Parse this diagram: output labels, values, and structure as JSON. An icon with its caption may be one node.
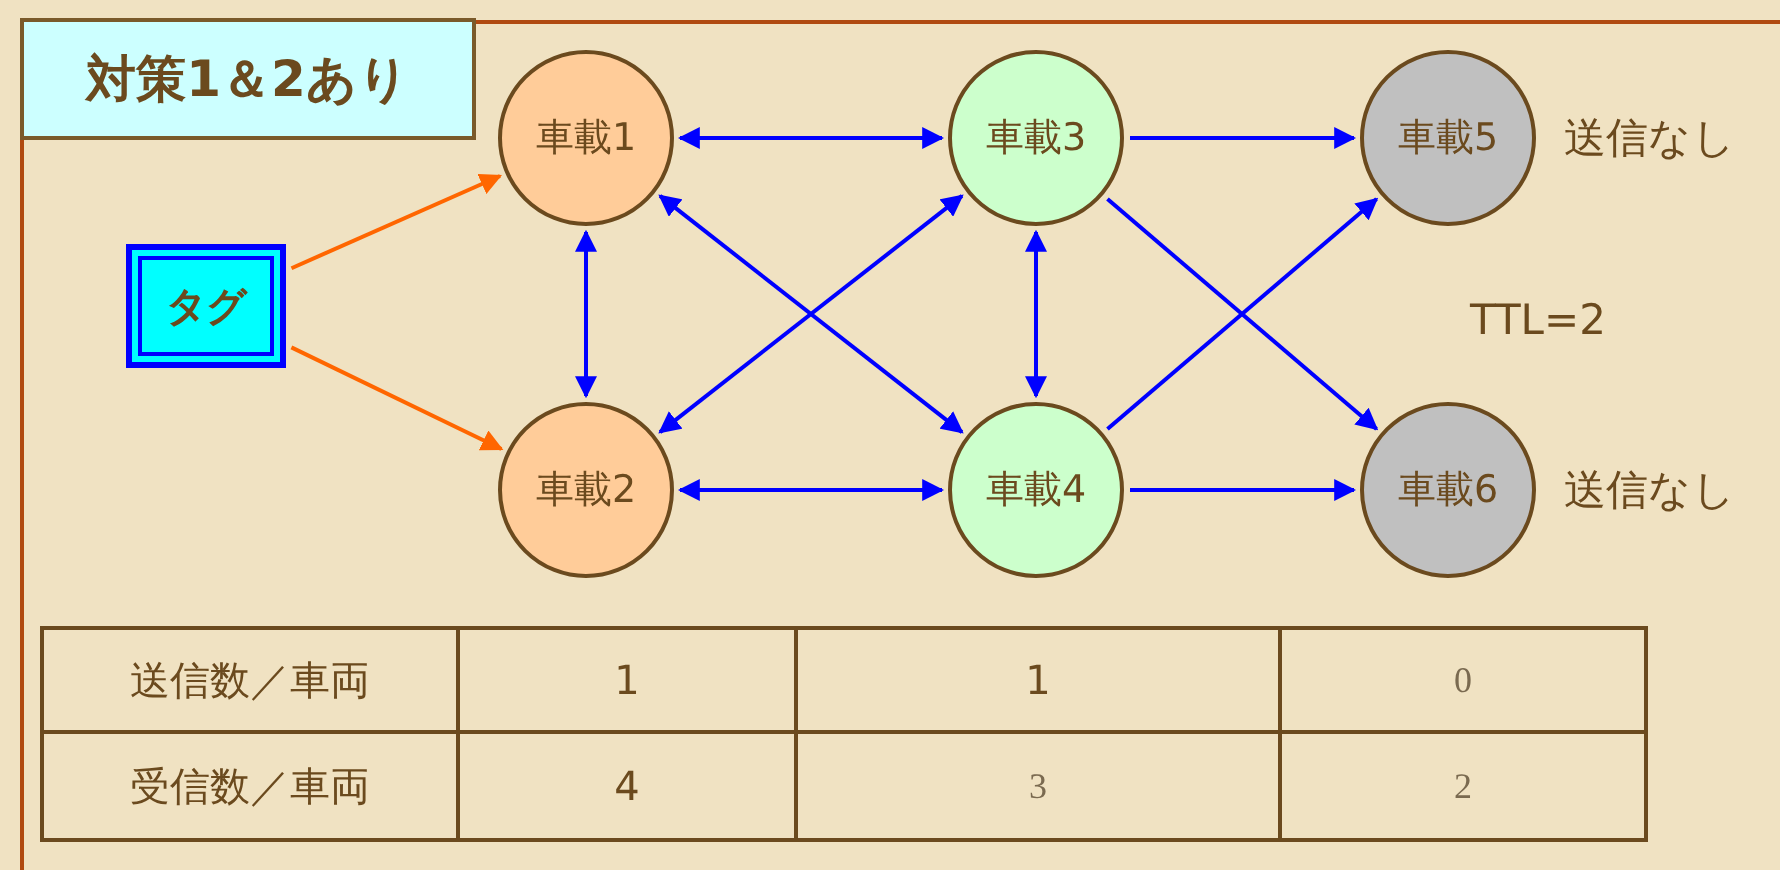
{
  "diagram": {
    "title": "対策1＆2あり",
    "nodes": [
      {
        "text": [
          "タグ"
        ]
      },
      {
        "text": [
          "車載1"
        ]
      },
      {
        "text": [
          "車載2"
        ]
      },
      {
        "text": [
          "車載3"
        ]
      },
      {
        "text": [
          "車載4"
        ]
      },
      {
        "text": [
          "車載5"
        ],
        "beside": [
          "送信なし"
        ]
      },
      {
        "text": [
          "車載6"
        ],
        "beside": [
          "送信なし"
        ]
      }
    ],
    "edges": [
      {
        "from": 0,
        "to": 1,
        "arrow": "to",
        "color": "#ff6600"
      },
      {
        "from": 0,
        "to": 2,
        "arrow": "to",
        "color": "#ff6600"
      },
      {
        "from": 1,
        "to": 3,
        "arrow": "both"
      },
      {
        "from": 1,
        "to": 2,
        "arrow": "both"
      },
      {
        "from": 1,
        "to": 4,
        "arrow": "both"
      },
      {
        "from": 3,
        "to": 2,
        "arrow": "both"
      },
      {
        "from": 3,
        "to": 4,
        "arrow": "both"
      },
      {
        "from": 2,
        "to": 4,
        "arrow": "both"
      },
      {
        "from": 3,
        "to": 5,
        "arrow": "to"
      },
      {
        "from": 3,
        "to": 6,
        "arrow": "to"
      },
      {
        "from": 4,
        "to": 5,
        "arrow": "to"
      },
      {
        "from": 4,
        "to": 6,
        "arrow": "to"
      }
    ],
    "labels": [
      "TTL=2",
      "送信数／車両",
      "1",
      "1",
      "0",
      "受信数／車両",
      "4",
      "3",
      "2"
    ]
  }
}
